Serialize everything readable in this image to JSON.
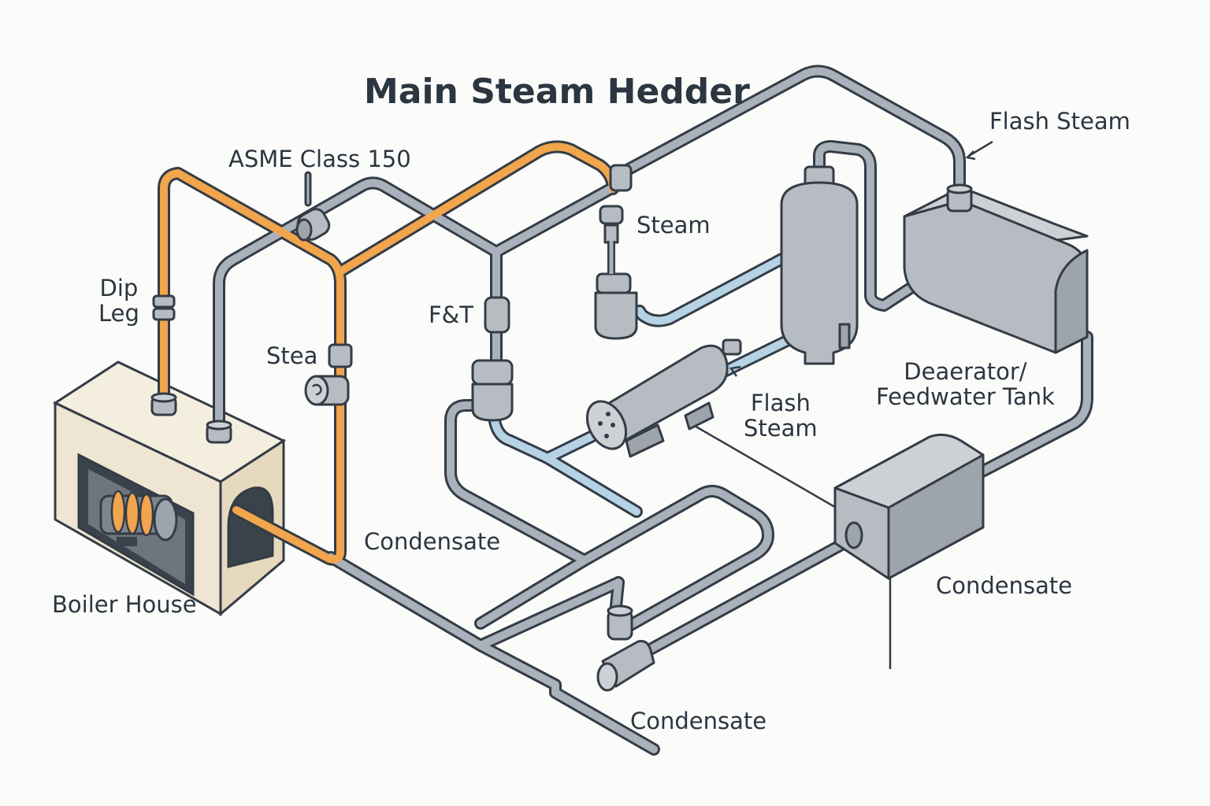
{
  "title": "Main Steam Hedder",
  "labels": {
    "asme": "ASME Class 150",
    "dip_leg": [
      "Dip",
      "Leg"
    ],
    "stea": "Stea",
    "ft": "F&T",
    "steam": "Steam",
    "flash_steam_top": "Flash Steam",
    "flash_steam_mid": [
      "Flash",
      "Steam"
    ],
    "deaerator": [
      "Deaerator/",
      "Feedwater Tank"
    ],
    "condensate_center": "Condensate",
    "condensate_right": "Condensate",
    "condensate_bottom": "Condensate",
    "boiler_house": "Boiler House"
  },
  "colors": {
    "steam_pipe": "#f1a54c",
    "condensate_pipe": "#a9b1ba",
    "flash_pipe": "#b6d3e6",
    "outline": "#343c46",
    "equipment": "#b7bcc2",
    "boiler_body": "#eee5d2"
  }
}
